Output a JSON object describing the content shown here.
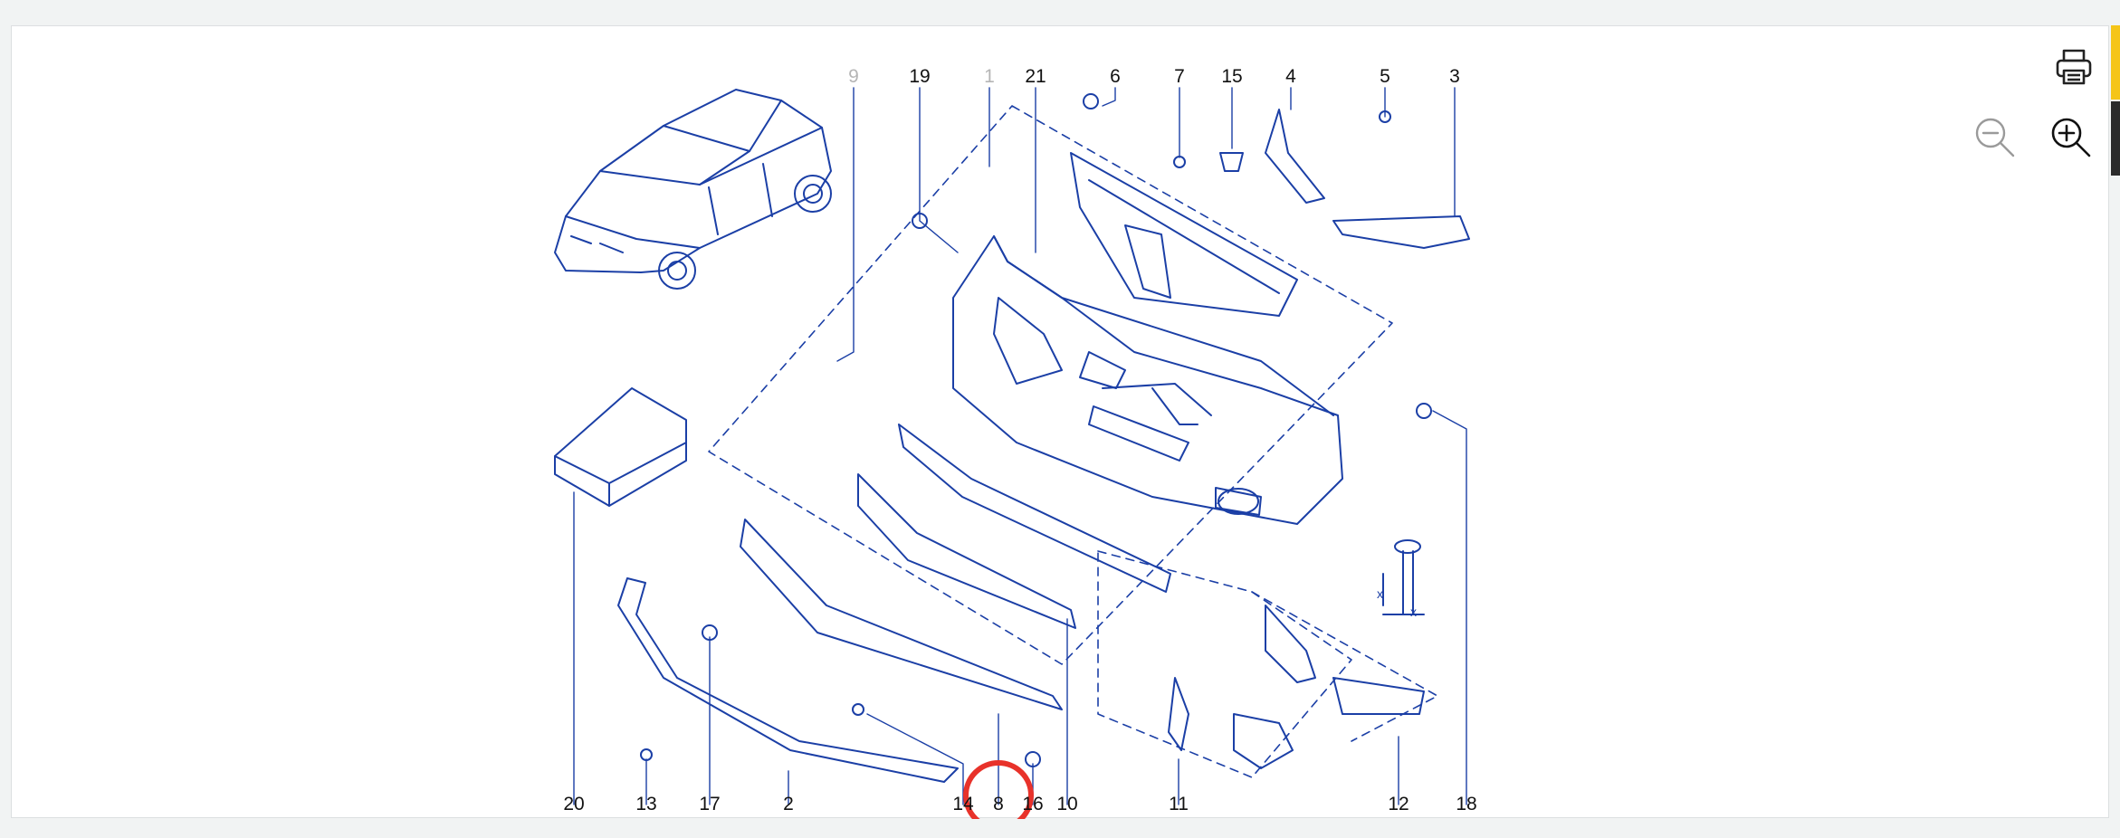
{
  "toolbar": {
    "print_icon": "printer-icon",
    "zoom_out_icon": "zoom-out-icon",
    "zoom_in_icon": "zoom-in-icon",
    "accent_colors": [
      "#f5c518",
      "#2b2b2b"
    ]
  },
  "diagram": {
    "line_color": "#1b3fa6",
    "highlight_color": "#e8322a",
    "highlighted_callout": "8",
    "callouts_top": [
      "9",
      "19",
      "1",
      "21",
      "6",
      "7",
      "15",
      "4",
      "5",
      "3"
    ],
    "callouts_bottom": [
      "20",
      "13",
      "17",
      "2",
      "14",
      "8",
      "16",
      "10",
      "11",
      "12",
      "18"
    ],
    "dimension_labels": [
      "x",
      "x"
    ]
  }
}
